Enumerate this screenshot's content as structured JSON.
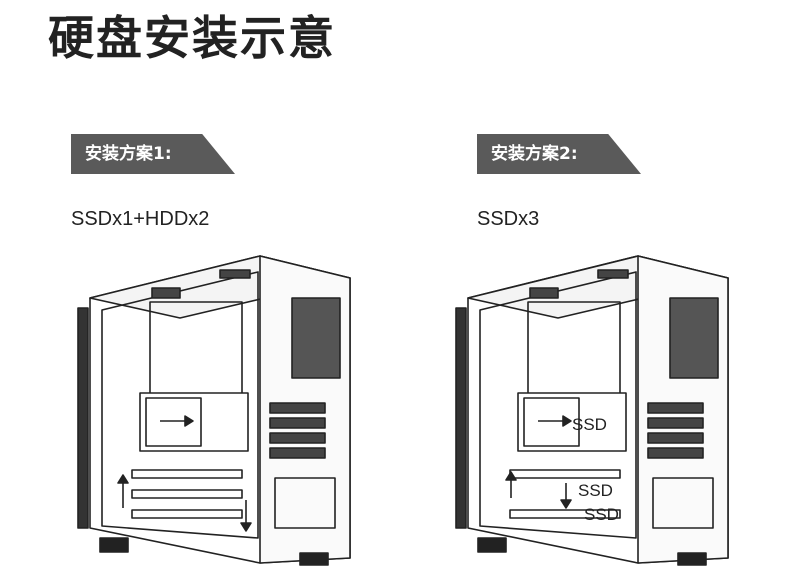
{
  "title": "硬盘安装示意",
  "plans": [
    {
      "banner": "安装方案1:",
      "description": "SSDx1+HDDx2"
    },
    {
      "banner": "安装方案2:",
      "description": "SSDx3",
      "labels": [
        "SSD",
        "SSD",
        "SSD"
      ]
    }
  ]
}
